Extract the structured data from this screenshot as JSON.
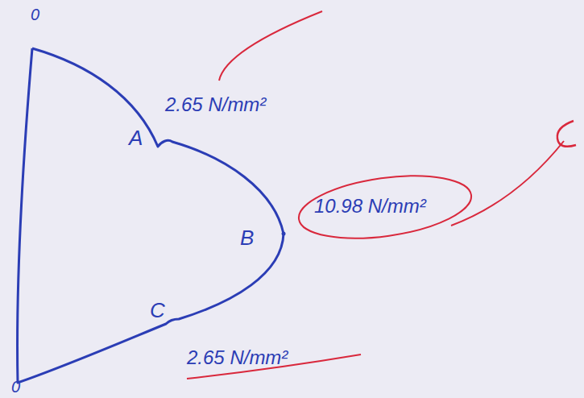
{
  "diagram": {
    "labels": [
      "0",
      "2.65 N/mm²",
      "A",
      "B",
      "10.98 N/mm²",
      "C",
      "2.65 N/mm²",
      "0"
    ]
  }
}
